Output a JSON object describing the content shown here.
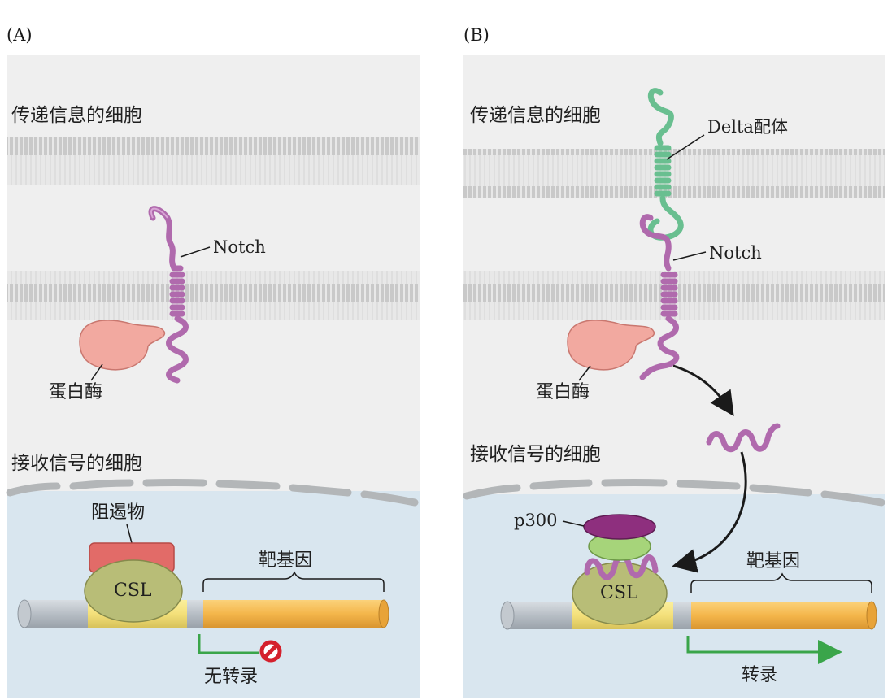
{
  "panel_a": {
    "tag": "(A)",
    "signal_cell": "传递信息的细胞",
    "notch": "Notch",
    "protease": "蛋白酶",
    "receiving_cell": "接收信号的细胞",
    "repressor": "阻遏物",
    "csl": "CSL",
    "target_gene": "靶基因",
    "no_transcription": "无转录"
  },
  "panel_b": {
    "tag": "(B)",
    "signal_cell": "传递信息的细胞",
    "delta": "Delta配体",
    "notch": "Notch",
    "protease": "蛋白酶",
    "receiving_cell": "接收信号的细胞",
    "p300": "p300",
    "csl": "CSL",
    "target_gene": "靶基因",
    "transcription": "转录"
  },
  "colors": {
    "cell_bg": "#efefef",
    "nucleus_bg": "#d9e6ef",
    "notch": "#b06aad",
    "delta": "#69bf90",
    "protease": "#f2a9a0",
    "repressor": "#e26b68",
    "csl": "#b8bd77",
    "p300": "#8e2f7e",
    "coactivator": "#a6d47a",
    "gene": "#f4b64b",
    "promoter": "#f4e07a",
    "arrow_green": "#3aa54a",
    "block_red": "#d4202c"
  }
}
